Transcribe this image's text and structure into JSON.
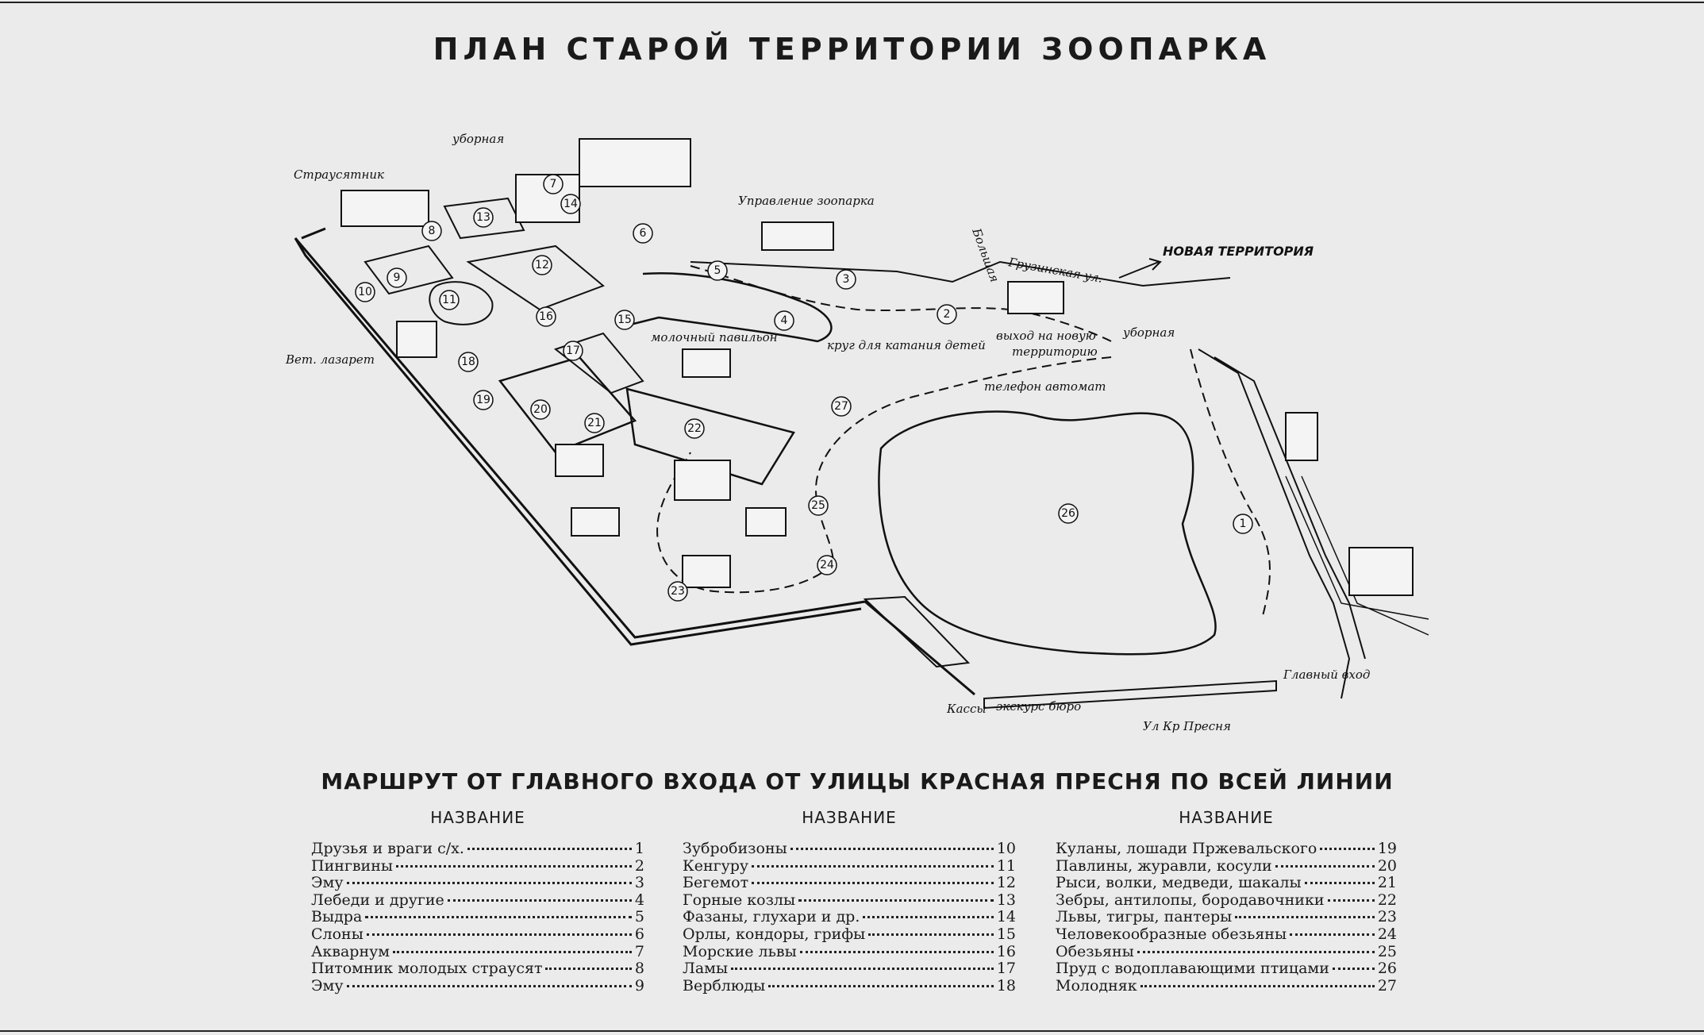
{
  "title": "ПЛАН СТАРОЙ ТЕРРИТОРИИ ЗООПАРКА",
  "map_labels": {
    "ostrich": "Страусятник",
    "toilet_top": "уборная",
    "admin": "Управление зоопарка",
    "big_street": "Большая",
    "gruzinskaya": "Грузинская ул.",
    "new_territory": "НОВАЯ ТЕРРИТОРИЯ",
    "toilet_right": "уборная",
    "exit_line1": "выход на новую",
    "exit_line2": "территорию",
    "vet": "Вет. лазарет",
    "milk": "молочный павильон",
    "circle": "круг для катания детей",
    "phone": "телефон автомат",
    "main_entrance": "Главный вход",
    "kassy": "Кассы",
    "excursion": "экскурс бюро",
    "presnya": "Ул Кр Пресня"
  },
  "map_markers": [
    "1",
    "2",
    "3",
    "4",
    "5",
    "6",
    "7",
    "8",
    "9",
    "10",
    "11",
    "12",
    "13",
    "14",
    "15",
    "16",
    "17",
    "18",
    "19",
    "20",
    "21",
    "22",
    "23",
    "24",
    "25",
    "26",
    "27"
  ],
  "route_title": "МАРШРУТ ОТ ГЛАВНОГО ВХОДА ОТ УЛИЦЫ КРАСНАЯ ПРЕСНЯ ПО ВСЕЙ ЛИНИИ",
  "column_header": "НАЗВАНИЕ",
  "legend": [
    [
      {
        "name": "Друзья и враги с/х.",
        "n": "1"
      },
      {
        "name": "Пингвины",
        "n": "2"
      },
      {
        "name": "Эму",
        "n": "3"
      },
      {
        "name": "Лебеди и другие",
        "n": "4"
      },
      {
        "name": "Выдра",
        "n": "5"
      },
      {
        "name": "Слоны",
        "n": "6"
      },
      {
        "name": "Акварнум",
        "n": "7"
      },
      {
        "name": "Питомник молодых страусят",
        "n": "8"
      },
      {
        "name": "Эму",
        "n": "9"
      }
    ],
    [
      {
        "name": "Зубробизоны",
        "n": "10"
      },
      {
        "name": "Кенгуру",
        "n": "11"
      },
      {
        "name": "Бегемот",
        "n": "12"
      },
      {
        "name": "Горные козлы",
        "n": "13"
      },
      {
        "name": "Фазаны, глухари и др.",
        "n": "14"
      },
      {
        "name": "Орлы, кондоры, грифы",
        "n": "15"
      },
      {
        "name": "Морские львы",
        "n": "16"
      },
      {
        "name": "Ламы",
        "n": "17"
      },
      {
        "name": "Верблюды",
        "n": "18"
      }
    ],
    [
      {
        "name": "Куланы, лошади Пржевальского",
        "n": "19"
      },
      {
        "name": "Павлины, журавли, косули",
        "n": "20"
      },
      {
        "name": "Рыси, волки, медведи, шакалы",
        "n": "21"
      },
      {
        "name": "Зебры, антилопы, бородавочники",
        "n": "22"
      },
      {
        "name": "Львы, тигры, пантеры",
        "n": "23"
      },
      {
        "name": "Человекообразные обезьяны",
        "n": "24"
      },
      {
        "name": "Обезьяны",
        "n": "25"
      },
      {
        "name": "Пруд с водоплавающими птицами",
        "n": "26"
      },
      {
        "name": "Молодняк",
        "n": "27"
      }
    ]
  ]
}
